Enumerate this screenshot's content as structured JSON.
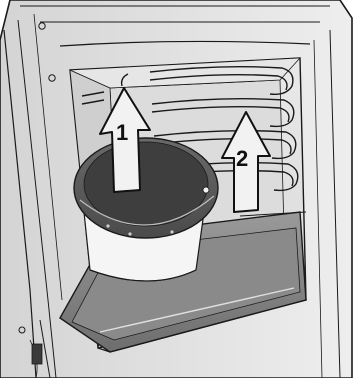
{
  "figure": {
    "subject": "oven-interior-removing-accessories",
    "colors": {
      "outline": "#1a1a1a",
      "metal_light": "#e4e4e4",
      "metal_mid": "#c9c9c9",
      "shadow": "#8c8c8c",
      "plate_dark": "#555555",
      "tray_dark": "#7a7a7a",
      "arrow_fill": "#f2f2f2"
    },
    "steps": [
      {
        "label": "1",
        "arrow": "up-arrow-step-1"
      },
      {
        "label": "2",
        "arrow": "up-arrow-step-2"
      }
    ]
  }
}
